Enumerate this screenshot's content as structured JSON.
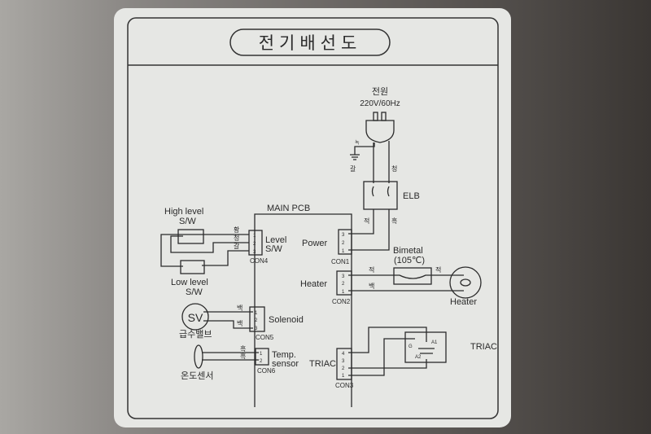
{
  "title": "전기배선도",
  "power_source": {
    "label": "전원",
    "spec": "220V/60Hz"
  },
  "wire_colors": {
    "green": "녹",
    "brown": "갈",
    "blue": "청",
    "red": "적",
    "black": "흑",
    "white": "백",
    "yellow": "황"
  },
  "pcb_label": "MAIN PCB",
  "elb_label": "ELB",
  "bimetal": {
    "label": "Bimetal",
    "rating": "(105℃)"
  },
  "heater_label": "Heater",
  "triac_label": "TRIAC",
  "triac_pins": {
    "a1": "A1",
    "a2": "A2",
    "g": "G"
  },
  "high_level": {
    "line1": "High level",
    "line2": "S/W"
  },
  "low_level": {
    "line1": "Low level",
    "line2": "S/W"
  },
  "sv": {
    "symbol": "SV",
    "label": "급수밸브"
  },
  "temp_sensor_label": "온도센서",
  "connectors": {
    "con1": {
      "name": "CON1",
      "label": "Power"
    },
    "con2": {
      "name": "CON2",
      "label": "Heater"
    },
    "con3": {
      "name": "CON3",
      "label": "TRIAC"
    },
    "con4": {
      "name": "CON4",
      "label1": "Level",
      "label2": "S/W"
    },
    "con5": {
      "name": "CON5",
      "label": "Solenoid"
    },
    "con6": {
      "name": "CON6",
      "label1": "Temp.",
      "label2": "sensor"
    }
  },
  "pins": {
    "p1": "1",
    "p2": "2",
    "p3": "3",
    "p4": "4"
  },
  "colors": {
    "panel": "#e6e7e4",
    "ink": "#2b2b2b",
    "metal": "#6b6865"
  }
}
